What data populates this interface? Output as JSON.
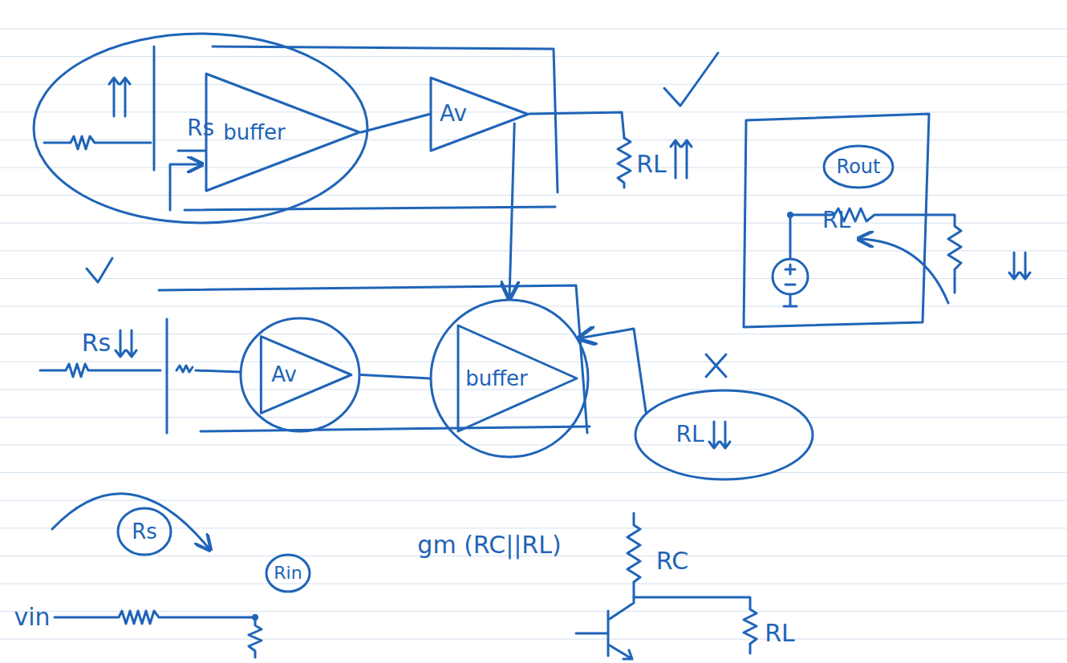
{
  "diagram": {
    "nodes": [
      {
        "text": [
          "Rs"
        ]
      },
      {
        "text": [
          "buffer"
        ],
        "in": 0
      },
      {
        "text": [
          "Av"
        ]
      },
      {
        "text": [
          "RL"
        ]
      },
      {
        "text": [
          "Rout"
        ],
        "in": 3
      },
      {
        "text": [
          "Av"
        ]
      },
      {
        "text": [
          "buffer"
        ]
      },
      {
        "text": [
          "RL"
        ]
      },
      {
        "text": [
          "Rs"
        ]
      },
      {
        "text": [
          "Rin"
        ]
      }
    ],
    "edges": [
      {
        "from": 1,
        "to": 2,
        "arrow": "none"
      },
      {
        "from": 2,
        "to": 6,
        "arrow": "to"
      },
      {
        "from": 5,
        "to": 6,
        "arrow": "none"
      },
      {
        "from": 7,
        "to": 6,
        "arrow": "to"
      }
    ],
    "labels": [
      "RL",
      "Rs",
      "gm (RC||RL)",
      "RC",
      "vin",
      "RL"
    ]
  }
}
